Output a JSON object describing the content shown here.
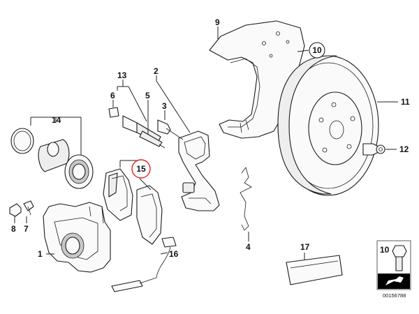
{
  "callouts": {
    "c1": "1",
    "c2": "2",
    "c3": "3",
    "c4": "4",
    "c5": "5",
    "c6": "6",
    "c7": "7",
    "c8": "8",
    "c9": "9",
    "c10": "10",
    "c11": "11",
    "c12": "12",
    "c13": "13",
    "c14": "14",
    "c15": "15",
    "c16": "16",
    "c17": "17"
  },
  "circled_callout": "15",
  "rotor_circled": "10",
  "inset": {
    "label": "10",
    "catalog_number": "00156788"
  },
  "colors": {
    "highlight_ring": "#e02020",
    "line": "#1a1a1a",
    "background": "#ffffff"
  }
}
